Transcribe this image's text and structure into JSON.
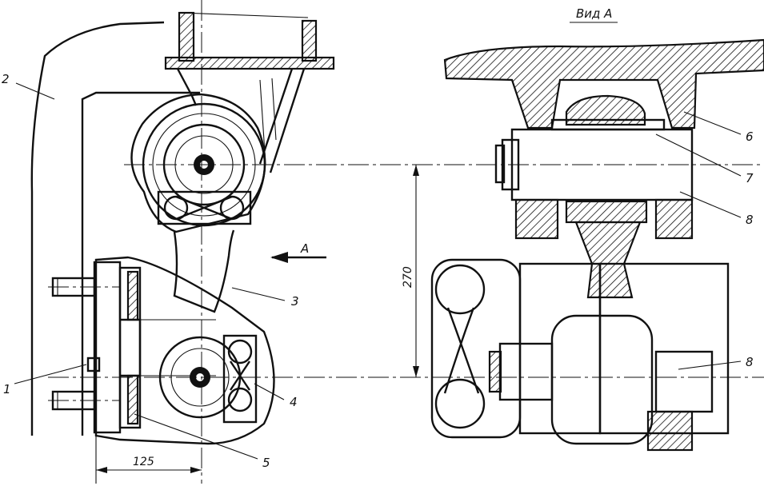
{
  "view_title": "Вид А",
  "arrow_label": "А",
  "dimension_vertical": "270",
  "dimension_horizontal": "125",
  "callouts": {
    "c1": "1",
    "c2": "2",
    "c3": "3",
    "c4": "4",
    "c5": "5",
    "c6": "6",
    "c7": "7",
    "c8a": "8",
    "c8b": "8"
  }
}
